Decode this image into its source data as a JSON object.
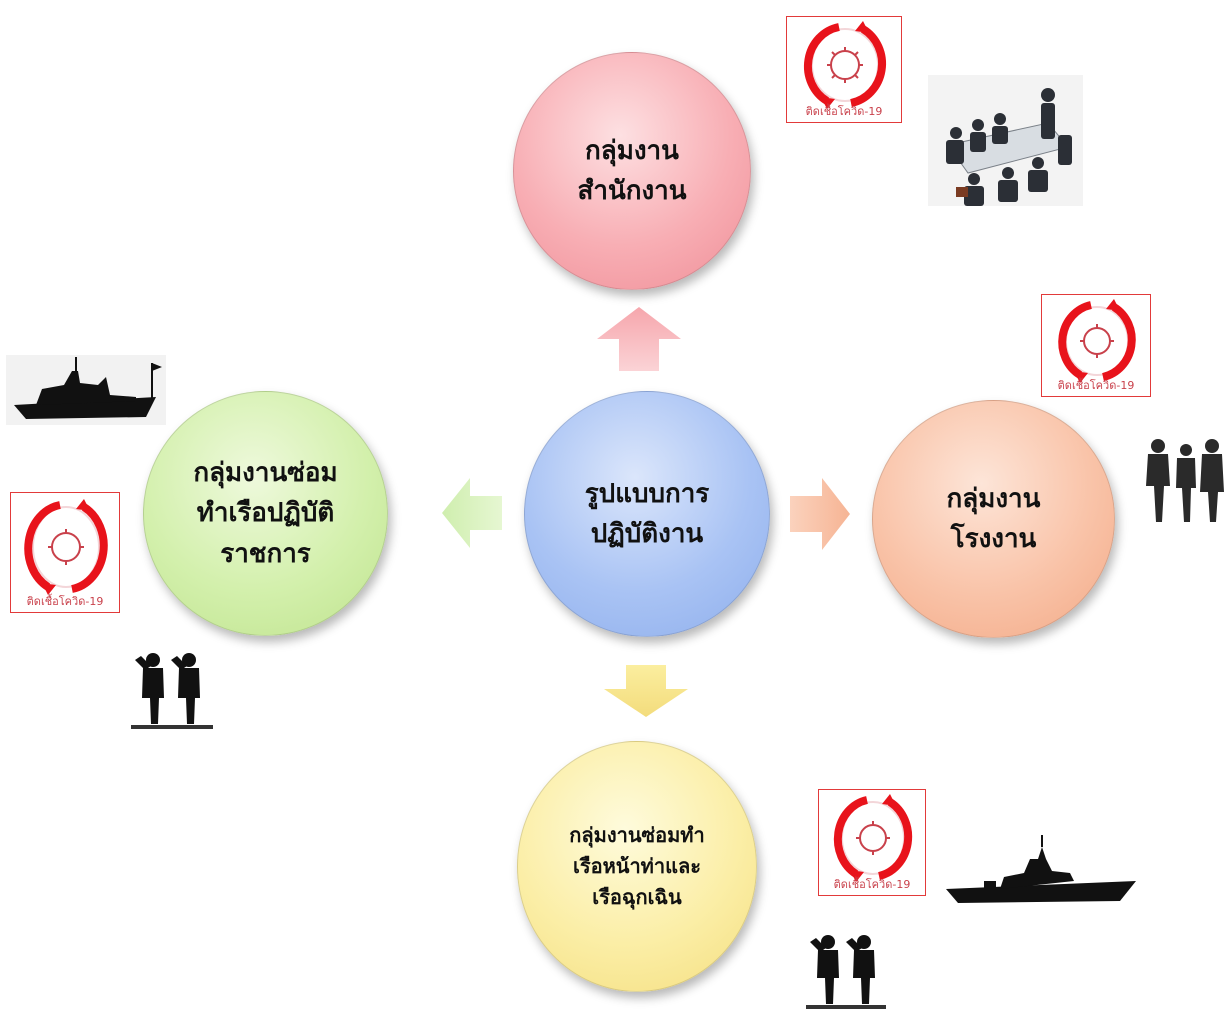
{
  "center": {
    "lines": [
      "รูปแบบการ",
      "ปฏิบัติงาน"
    ]
  },
  "nodes": {
    "top": {
      "lines": [
        "กลุ่มงาน",
        "สำนักงาน"
      ]
    },
    "right": {
      "lines": [
        "กลุ่มงาน",
        "โรงงาน"
      ]
    },
    "left": {
      "lines": [
        "กลุ่มงานซ่อม",
        "ทำเรือปฏิบัติ",
        "ราชการ"
      ]
    },
    "bottom": {
      "lines": [
        "กลุ่มงานซ่อมทำ",
        "เรือหน้าท่าและ",
        "เรือฉุกเฉิน"
      ]
    }
  },
  "badge_caption": "ติดเชื้อโควิด-19",
  "colors": {
    "top": "#f8aeb4",
    "center": "#a9c3f4",
    "left": "#d3f0ac",
    "right": "#f9c3a8",
    "bottom": "#fbeea6",
    "badge_red": "#e8131b",
    "virus_pink": "#c9414b"
  },
  "icons": [
    "virus-badge-icon",
    "ship-silhouette-icon",
    "saluting-soldiers-icon",
    "meeting-people-icon",
    "standing-people-icon"
  ]
}
